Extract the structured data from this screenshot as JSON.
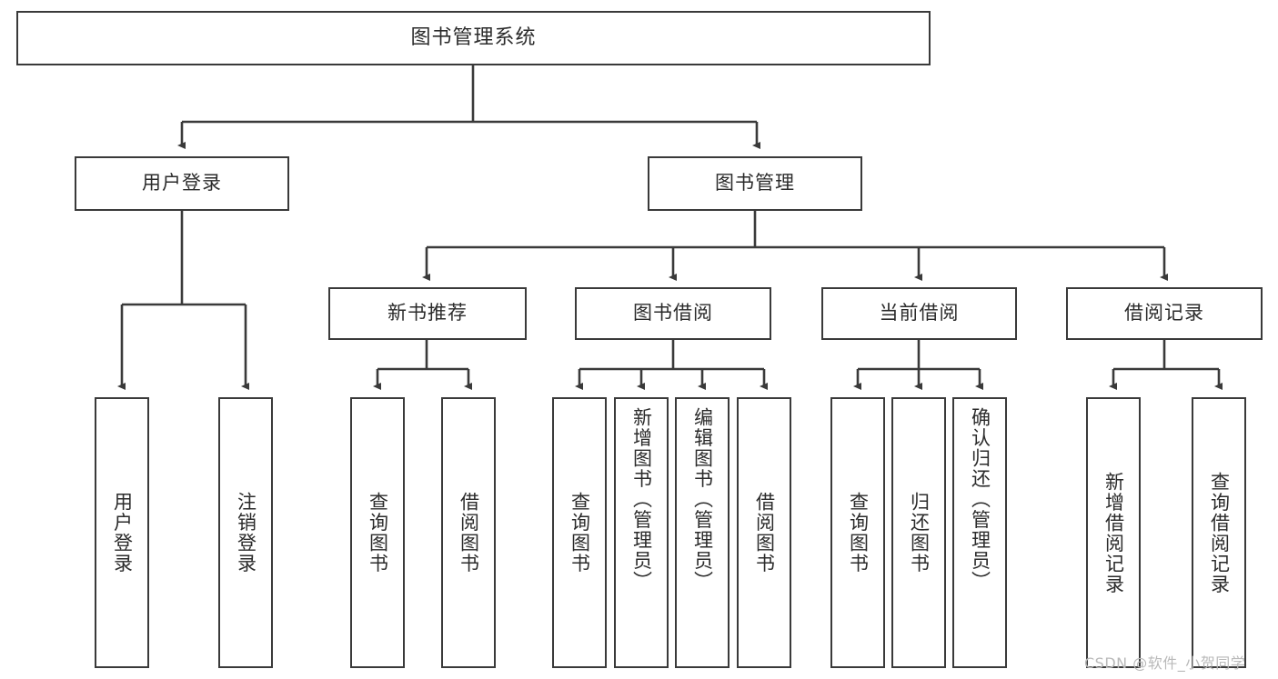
{
  "diagram": {
    "type": "tree-hierarchy",
    "title": "图书管理系统",
    "root": {
      "label": "图书管理系统"
    },
    "level2": [
      {
        "label": "用户登录"
      },
      {
        "label": "图书管理"
      }
    ],
    "level3": [
      {
        "label": "新书推荐"
      },
      {
        "label": "图书借阅"
      },
      {
        "label": "当前借阅"
      },
      {
        "label": "借阅记录"
      }
    ],
    "leaves": {
      "user_login": [
        {
          "label": "用户登录"
        },
        {
          "label": "注销登录"
        }
      ],
      "new_book_recommend": [
        {
          "label": "查询图书"
        },
        {
          "label": "借阅图书"
        }
      ],
      "book_borrow": [
        {
          "label": "查询图书"
        },
        {
          "label": "新增图书（管理员）"
        },
        {
          "label": "编辑图书（管理员）"
        },
        {
          "label": "借阅图书"
        }
      ],
      "current_borrow": [
        {
          "label": "查询图书"
        },
        {
          "label": "归还图书"
        },
        {
          "label": "确认归还（管理员）"
        }
      ],
      "borrow_record": [
        {
          "label": "新增借阅记录"
        },
        {
          "label": "查询借阅记录"
        }
      ]
    }
  },
  "watermark": {
    "text": "CSDN @软件_小贺同学"
  },
  "colors": {
    "stroke": "#3a3a3a",
    "fill": "#ffffff",
    "text": "#2b2b2b",
    "watermark": "#b9b9b9"
  }
}
